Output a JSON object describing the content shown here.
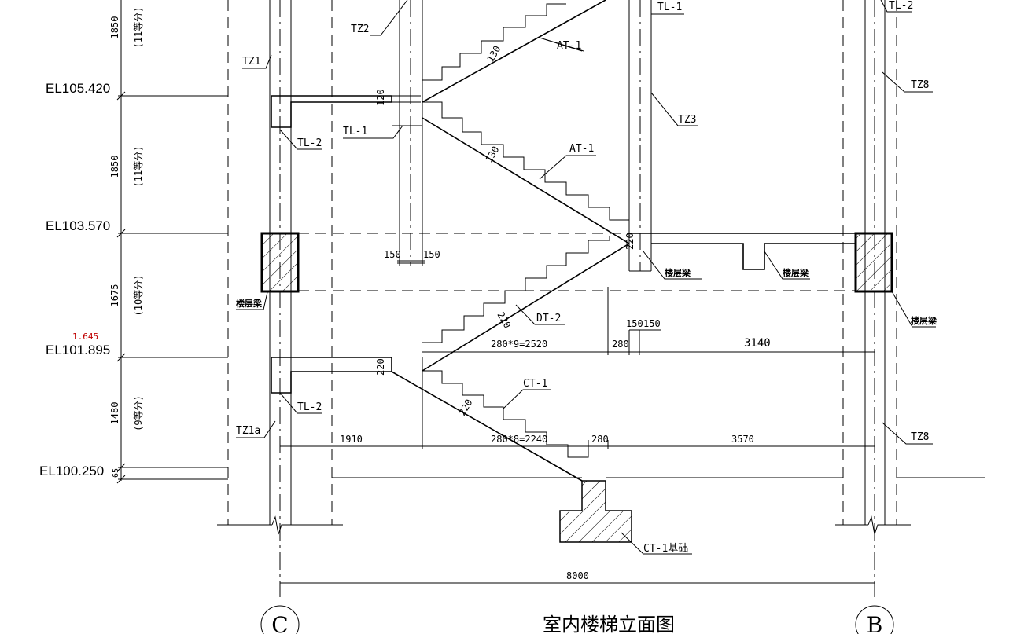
{
  "title": "室内楼梯立面图",
  "axes": {
    "left": "C",
    "right": "B"
  },
  "elevations": [
    {
      "label": "EL105.420"
    },
    {
      "label": "EL103.570"
    },
    {
      "label": "EL101.895",
      "note": "1.645"
    },
    {
      "label": "EL100.250"
    }
  ],
  "floor_dims": [
    {
      "height": "1850",
      "steps": "(11等分)"
    },
    {
      "height": "1850",
      "steps": "(11等分)"
    },
    {
      "height": "1675",
      "steps": "(10等分)"
    },
    {
      "height": "1480",
      "steps": "(9等分)"
    },
    {
      "height": "65"
    }
  ],
  "tags": {
    "tz2": "TZ2",
    "tl1_top": "TL-1",
    "tl2_top": "TL-2",
    "tz1": "TZ1",
    "at1_top": "AT-1",
    "tz8_top": "TZ8",
    "tz3": "TZ3",
    "tl1_mid": "TL-1",
    "tl2_mid": "TL-2",
    "at1_mid": "AT-1",
    "beam_left": "楼层梁",
    "beam_mid1": "楼层梁",
    "beam_mid2": "楼层梁",
    "beam_right": "楼层梁",
    "dt2": "DT-2",
    "ct1": "CT-1",
    "tl2_low": "TL-2",
    "tz1a": "TZ1a",
    "tz8_low": "TZ8",
    "ct1_base": "CT-1基础"
  },
  "dims": {
    "w150a": "150",
    "w150b": "150",
    "w150c": "150",
    "w150d": "150",
    "run_upper": "280*9=2520",
    "land_280a": "280",
    "span_3140": "3140",
    "d1910": "1910",
    "run_lower": "280*8=2240",
    "land_280b": "280",
    "span_3570": "3570",
    "total": "8000",
    "t130a": "130",
    "t130b": "130",
    "t120": "120",
    "t220a": "220",
    "t220b": "220",
    "t220c": "220",
    "t220d": "220"
  }
}
